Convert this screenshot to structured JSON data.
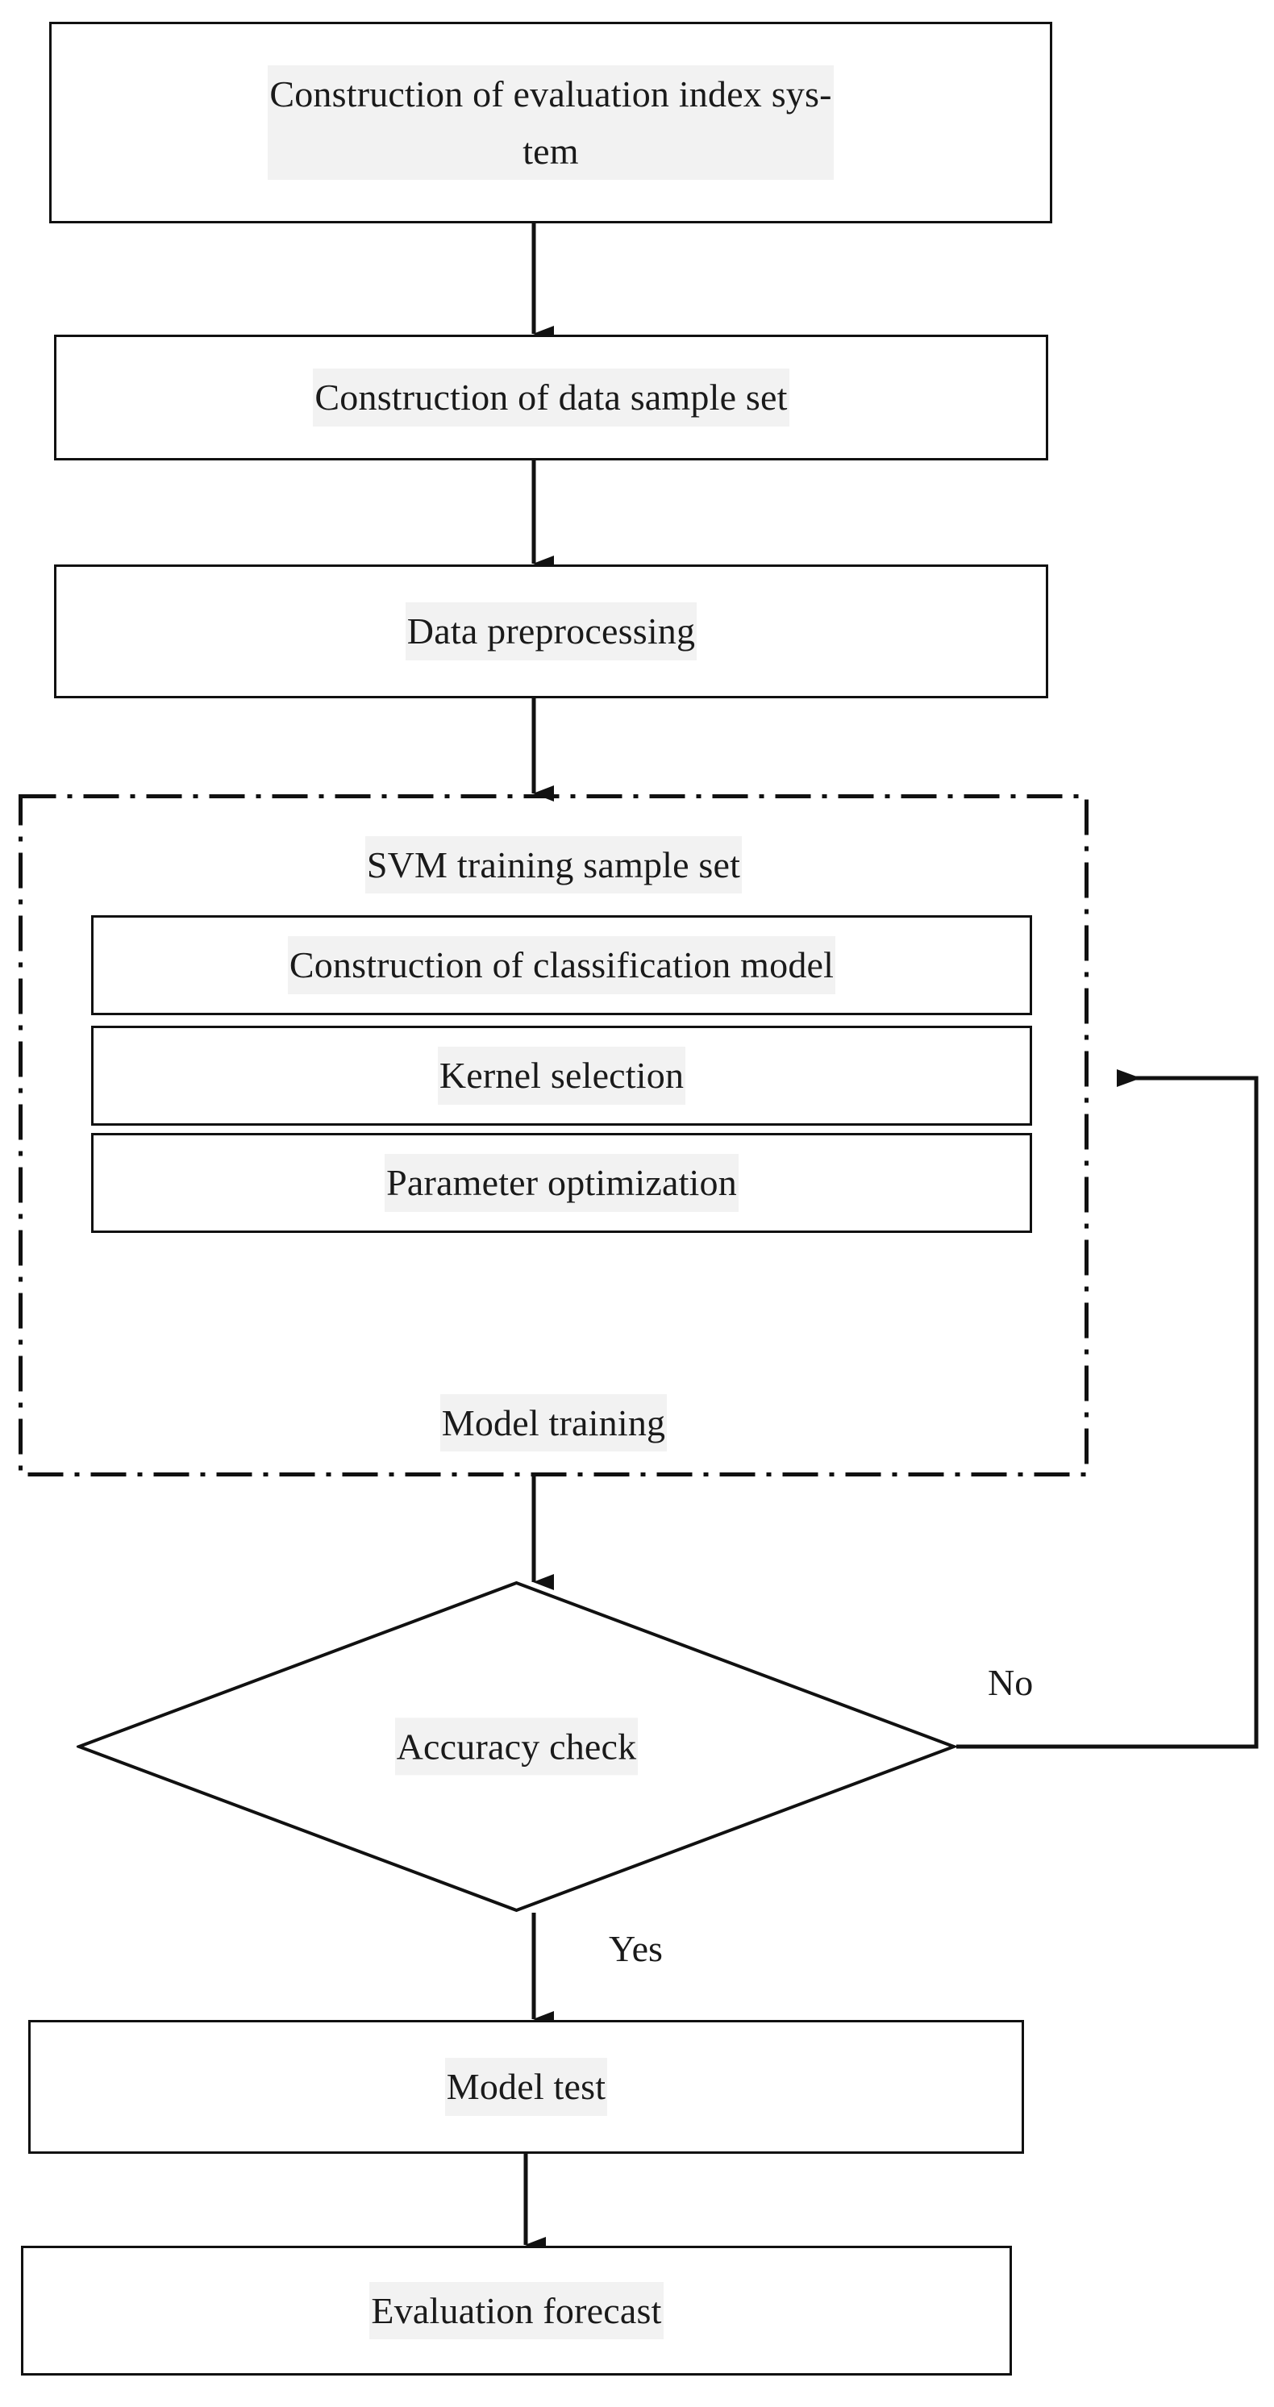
{
  "diagram": {
    "title": "SVM evaluation model flowchart",
    "stroke_color": "#111111",
    "text_highlight_color": "#f2f2f2",
    "background_color": "#ffffff"
  },
  "nodes": {
    "index_system": {
      "label": "Construction of evaluation index sys-\ntem",
      "shape": "rectangle"
    },
    "data_sample_set": {
      "label": "Construction of data sample set",
      "shape": "rectangle"
    },
    "data_preprocessing": {
      "label": "Data preprocessing",
      "shape": "rectangle"
    },
    "classification_model": {
      "label": "Construction of classification model",
      "shape": "rectangle"
    },
    "kernel_selection": {
      "label": "Kernel selection",
      "shape": "rectangle"
    },
    "parameter_optimization": {
      "label": "Parameter optimization",
      "shape": "rectangle"
    },
    "accuracy_check": {
      "label": "Accuracy check",
      "shape": "diamond"
    },
    "model_test": {
      "label": "Model test",
      "shape": "rectangle"
    },
    "evaluation_forecast": {
      "label": "Evaluation forecast",
      "shape": "rectangle"
    }
  },
  "group": {
    "top_caption": "SVM training sample set",
    "bottom_caption": "Model training",
    "border_style": "dash-dot"
  },
  "edge_labels": {
    "no": "No",
    "yes": "Yes"
  },
  "flow": [
    {
      "from": "index_system",
      "to": "data_sample_set",
      "label": ""
    },
    {
      "from": "data_sample_set",
      "to": "data_preprocessing",
      "label": ""
    },
    {
      "from": "data_preprocessing",
      "to": "model_training_group",
      "label": ""
    },
    {
      "from": "model_training_group",
      "to": "accuracy_check",
      "label": ""
    },
    {
      "from": "accuracy_check",
      "to": "model_training_group",
      "label": "No"
    },
    {
      "from": "accuracy_check",
      "to": "model_test",
      "label": "Yes"
    },
    {
      "from": "model_test",
      "to": "evaluation_forecast",
      "label": ""
    }
  ]
}
